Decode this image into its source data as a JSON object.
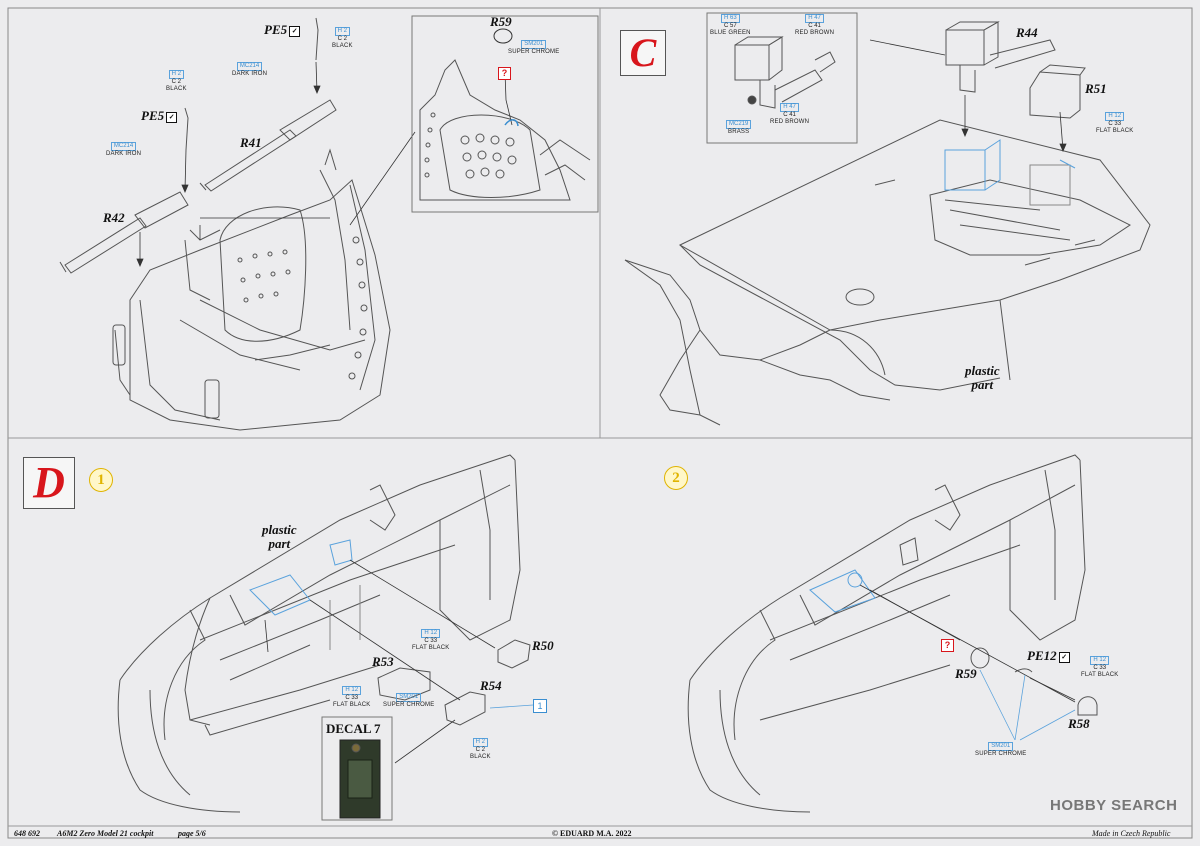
{
  "sections": {
    "c": {
      "letter": "C",
      "plastic_part": [
        "plastic",
        "part"
      ]
    },
    "d": {
      "letter": "D",
      "step1": "1",
      "step2": "2",
      "plastic_part": [
        "plastic",
        "part"
      ]
    }
  },
  "parts": {
    "pe5_top": "PE5",
    "pe5_left": "PE5",
    "r59_top": "R59",
    "r41": "R41",
    "r42": "R42",
    "r44": "R44",
    "r51": "R51",
    "r50": "R50",
    "r53": "R53",
    "r54": "R54",
    "r59_d2": "R59",
    "pe12": "PE12",
    "r58": "R58",
    "check": "✓"
  },
  "paints": {
    "h2_black": {
      "code": "H 2",
      "c": "C 2",
      "name": "BLACK"
    },
    "mc214_dark_iron": {
      "code": "MC214",
      "name": "DARK IRON"
    },
    "h2_c2_black_left": {
      "code": "H 2",
      "c": "C 2",
      "name": "BLACK"
    },
    "mc214_dark_iron_left": {
      "code": "MC214",
      "name": "DARK IRON"
    },
    "sm201_super_chrome_top": {
      "code": "SM201",
      "name": "SUPER CHROME"
    },
    "h63_blue_green": {
      "code": "H 63",
      "c": "C 57",
      "name": "BLUE GREEN"
    },
    "h47_red_brown_top": {
      "code": "H 47",
      "c": "C 41",
      "name": "RED BROWN"
    },
    "h47_red_brown_mid": {
      "code": "H 47",
      "c": "C 41",
      "name": "RED BROWN"
    },
    "mc219_brass": {
      "code": "MC219",
      "name": "BRASS"
    },
    "h12_flat_black_c": {
      "code": "H 12",
      "c": "C 33",
      "name": "FLAT BLACK"
    },
    "h12_flat_black_d1a": {
      "code": "H 12",
      "c": "C 33",
      "name": "FLAT BLACK"
    },
    "h12_flat_black_d1b": {
      "code": "H 12",
      "c": "C 33",
      "name": "FLAT BLACK"
    },
    "sm201_super_chrome_d1": {
      "code": "SM201",
      "name": "SUPER CHROME"
    },
    "h2_c2_black_d1": {
      "code": "H 2",
      "c": "C 2",
      "name": "BLACK"
    },
    "h12_flat_black_d2": {
      "code": "H 12",
      "c": "C 33",
      "name": "FLAT BLACK"
    },
    "sm201_super_chrome_d2": {
      "code": "SM201",
      "name": "SUPER CHROME"
    }
  },
  "markers": {
    "question": "?",
    "ref_box": "1"
  },
  "decal": {
    "title": "DECAL 7"
  },
  "footer": {
    "code": "648 692",
    "title": "A6M2 Zero Model 21 cockpit",
    "page": "page 5/6",
    "copyright": "© EDUARD  M.A. 2022",
    "made_in": "Made in Czech Republic"
  },
  "watermark": {
    "name": "HOBBY SEARCH"
  },
  "colors": {
    "accent_red": "#d8161c",
    "paint_blue": "#3a8ed0",
    "step_yellow": "#e0b400",
    "line": "#444444"
  }
}
